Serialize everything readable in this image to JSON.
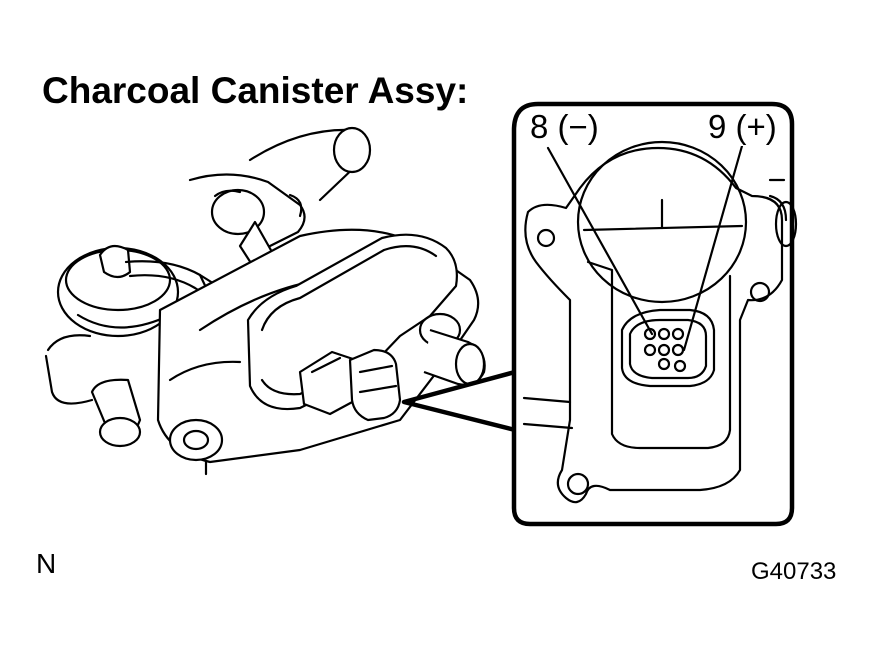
{
  "title": "Charcoal Canister Assy:",
  "pins": {
    "minus": "8 (−)",
    "plus": "9 (+)"
  },
  "corner_letter": "N",
  "figure_id": "G40733"
}
